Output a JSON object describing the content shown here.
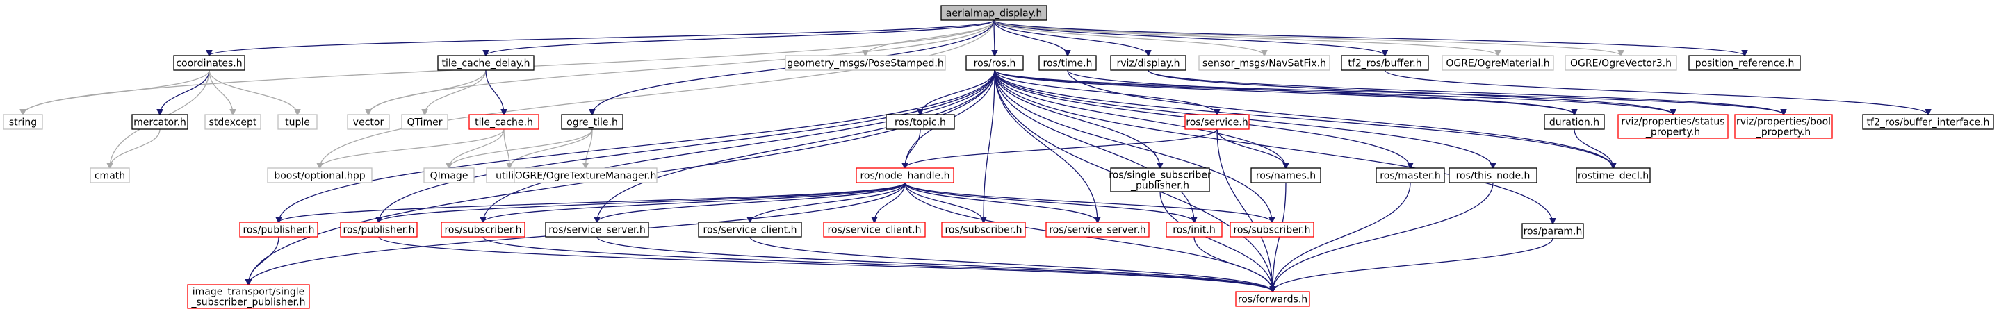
{
  "graph": {
    "colors": {
      "include_edge": "#191970",
      "external_edge": "#a9a9a9",
      "root_fill": "#bfbfbf",
      "documented_border": "#000000",
      "undocumented_border": "#ff0000",
      "external_border": "#bfbfbf"
    },
    "nodes": [
      {
        "id": "root",
        "lines": [
          "aerialmap_display.h"
        ],
        "style": "root"
      },
      {
        "id": "coordinates",
        "lines": [
          "coordinates.h"
        ],
        "style": "black"
      },
      {
        "id": "tile_cache_delay",
        "lines": [
          "tile_cache_delay.h"
        ],
        "style": "black"
      },
      {
        "id": "geometry_msgs",
        "lines": [
          "geometry_msgs/PoseStamped.h"
        ],
        "style": "gray"
      },
      {
        "id": "ros_ros",
        "lines": [
          "ros/ros.h"
        ],
        "style": "black"
      },
      {
        "id": "ros_time",
        "lines": [
          "ros/time.h"
        ],
        "style": "black"
      },
      {
        "id": "rviz_display",
        "lines": [
          "rviz/display.h"
        ],
        "style": "black"
      },
      {
        "id": "sensor_msgs",
        "lines": [
          "sensor_msgs/NavSatFix.h"
        ],
        "style": "gray"
      },
      {
        "id": "tf2_buffer",
        "lines": [
          "tf2_ros/buffer.h"
        ],
        "style": "black"
      },
      {
        "id": "ogre_material",
        "lines": [
          "OGRE/OgreMaterial.h"
        ],
        "style": "gray"
      },
      {
        "id": "ogre_vector3",
        "lines": [
          "OGRE/OgreVector3.h"
        ],
        "style": "gray"
      },
      {
        "id": "position_reference",
        "lines": [
          "position_reference.h"
        ],
        "style": "black"
      },
      {
        "id": "string",
        "lines": [
          "string"
        ],
        "style": "gray"
      },
      {
        "id": "mercator",
        "lines": [
          "mercator.h"
        ],
        "style": "black"
      },
      {
        "id": "stdexcept",
        "lines": [
          "stdexcept"
        ],
        "style": "gray"
      },
      {
        "id": "tuple",
        "lines": [
          "tuple"
        ],
        "style": "gray"
      },
      {
        "id": "cmath",
        "lines": [
          "cmath"
        ],
        "style": "gray"
      },
      {
        "id": "vector",
        "lines": [
          "vector"
        ],
        "style": "gray"
      },
      {
        "id": "qtimer",
        "lines": [
          "QTimer"
        ],
        "style": "gray"
      },
      {
        "id": "tile_cache",
        "lines": [
          "tile_cache.h"
        ],
        "style": "red"
      },
      {
        "id": "ogre_tile",
        "lines": [
          "ogre_tile.h"
        ],
        "style": "black"
      },
      {
        "id": "boost_optional",
        "lines": [
          "boost/optional.hpp"
        ],
        "style": "gray"
      },
      {
        "id": "qimage",
        "lines": [
          "QImage"
        ],
        "style": "gray"
      },
      {
        "id": "utility",
        "lines": [
          "utility"
        ],
        "style": "gray"
      },
      {
        "id": "ogre_texture",
        "lines": [
          "OGRE/OgreTextureManager.h"
        ],
        "style": "gray"
      },
      {
        "id": "ros_topic",
        "lines": [
          "ros/topic.h"
        ],
        "style": "black"
      },
      {
        "id": "ros_node_handle",
        "lines": [
          "ros/node_handle.h"
        ],
        "style": "red"
      },
      {
        "id": "ros_service",
        "lines": [
          "ros/service.h"
        ],
        "style": "red"
      },
      {
        "id": "ros_single_sub",
        "lines": [
          "ros/single_subscriber",
          "_publisher.h"
        ],
        "style": "black"
      },
      {
        "id": "ros_names",
        "lines": [
          "ros/names.h"
        ],
        "style": "black"
      },
      {
        "id": "ros_master",
        "lines": [
          "ros/master.h"
        ],
        "style": "black"
      },
      {
        "id": "ros_this_node",
        "lines": [
          "ros/this_node.h"
        ],
        "style": "black"
      },
      {
        "id": "ros_param",
        "lines": [
          "ros/param.h"
        ],
        "style": "black"
      },
      {
        "id": "duration",
        "lines": [
          "duration.h"
        ],
        "style": "black"
      },
      {
        "id": "rostime_decl",
        "lines": [
          "rostime_decl.h"
        ],
        "style": "black"
      },
      {
        "id": "rviz_status",
        "lines": [
          "rviz/properties/status",
          "_property.h"
        ],
        "style": "red"
      },
      {
        "id": "rviz_bool",
        "lines": [
          "rviz/properties/bool",
          "_property.h"
        ],
        "style": "red"
      },
      {
        "id": "tf2_buffer_interface",
        "lines": [
          "tf2_ros/buffer_interface.h"
        ],
        "style": "black"
      },
      {
        "id": "pub_a",
        "lines": [
          "ros/publisher.h"
        ],
        "style": "red"
      },
      {
        "id": "pub_b",
        "lines": [
          "ros/publisher.h"
        ],
        "style": "red"
      },
      {
        "id": "sub_a",
        "lines": [
          "ros/subscriber.h"
        ],
        "style": "red"
      },
      {
        "id": "srv_server_a",
        "lines": [
          "ros/service_server.h"
        ],
        "style": "black"
      },
      {
        "id": "srv_client_a",
        "lines": [
          "ros/service_client.h"
        ],
        "style": "black"
      },
      {
        "id": "srv_client_b",
        "lines": [
          "ros/service_client.h"
        ],
        "style": "red"
      },
      {
        "id": "sub_b",
        "lines": [
          "ros/subscriber.h"
        ],
        "style": "red"
      },
      {
        "id": "srv_server_b",
        "lines": [
          "ros/service_server.h"
        ],
        "style": "red"
      },
      {
        "id": "ros_init",
        "lines": [
          "ros/init.h"
        ],
        "style": "red"
      },
      {
        "id": "sub_c",
        "lines": [
          "ros/subscriber.h"
        ],
        "style": "red"
      },
      {
        "id": "image_transport",
        "lines": [
          "image_transport/single",
          "_subscriber_publisher.h"
        ],
        "style": "red"
      },
      {
        "id": "ros_forwards",
        "lines": [
          "ros/forwards.h"
        ],
        "style": "red"
      }
    ],
    "edges": [
      [
        "root",
        "coordinates",
        "blue"
      ],
      [
        "root",
        "tile_cache_delay",
        "blue"
      ],
      [
        "root",
        "geometry_msgs",
        "gray"
      ],
      [
        "root",
        "ros_ros",
        "blue"
      ],
      [
        "root",
        "ros_time",
        "blue"
      ],
      [
        "root",
        "rviz_display",
        "blue"
      ],
      [
        "root",
        "sensor_msgs",
        "gray"
      ],
      [
        "root",
        "tf2_buffer",
        "blue"
      ],
      [
        "root",
        "ogre_material",
        "gray"
      ],
      [
        "root",
        "ogre_vector3",
        "gray"
      ],
      [
        "root",
        "position_reference",
        "blue"
      ],
      [
        "root",
        "string",
        "gray"
      ],
      [
        "root",
        "vector",
        "gray"
      ],
      [
        "root",
        "boost_optional",
        "gray"
      ],
      [
        "root",
        "ogre_tile",
        "blue"
      ],
      [
        "coordinates",
        "string",
        "gray"
      ],
      [
        "coordinates",
        "mercator",
        "blue"
      ],
      [
        "coordinates",
        "stdexcept",
        "gray"
      ],
      [
        "coordinates",
        "tuple",
        "gray"
      ],
      [
        "coordinates",
        "cmath",
        "gray"
      ],
      [
        "mercator",
        "cmath",
        "gray"
      ],
      [
        "tile_cache_delay",
        "vector",
        "gray"
      ],
      [
        "tile_cache_delay",
        "qtimer",
        "gray"
      ],
      [
        "tile_cache_delay",
        "tile_cache",
        "blue"
      ],
      [
        "tile_cache",
        "boost_optional",
        "gray"
      ],
      [
        "tile_cache",
        "qimage",
        "gray"
      ],
      [
        "tile_cache",
        "utility",
        "gray"
      ],
      [
        "ogre_tile",
        "qimage",
        "gray"
      ],
      [
        "ogre_tile",
        "utility",
        "gray"
      ],
      [
        "ogre_tile",
        "ogre_texture",
        "gray"
      ],
      [
        "ros_ros",
        "ros_topic",
        "blue"
      ],
      [
        "ros_ros",
        "ros_node_handle",
        "blue"
      ],
      [
        "ros_ros",
        "ros_service",
        "blue"
      ],
      [
        "ros_ros",
        "ros_single_sub",
        "blue"
      ],
      [
        "ros_ros",
        "ros_names",
        "blue"
      ],
      [
        "ros_ros",
        "ros_master",
        "blue"
      ],
      [
        "ros_ros",
        "ros_this_node",
        "blue"
      ],
      [
        "ros_ros",
        "ros_param",
        "blue"
      ],
      [
        "ros_ros",
        "duration",
        "blue"
      ],
      [
        "ros_ros",
        "rostime_decl",
        "blue"
      ],
      [
        "ros_ros",
        "rviz_status",
        "blue"
      ],
      [
        "ros_ros",
        "rviz_bool",
        "blue"
      ],
      [
        "ros_ros",
        "image_transport",
        "blue"
      ],
      [
        "ros_ros",
        "pub_a",
        "blue"
      ],
      [
        "ros_ros",
        "pub_b",
        "blue"
      ],
      [
        "ros_ros",
        "sub_a",
        "blue"
      ],
      [
        "ros_ros",
        "srv_server_a",
        "blue"
      ],
      [
        "ros_ros",
        "sub_b",
        "blue"
      ],
      [
        "ros_ros",
        "srv_server_b",
        "blue"
      ],
      [
        "ros_ros",
        "ros_init",
        "blue"
      ],
      [
        "ros_ros",
        "sub_c",
        "blue"
      ],
      [
        "ros_ros",
        "ros_forwards",
        "blue"
      ],
      [
        "ros_time",
        "duration",
        "blue"
      ],
      [
        "ros_time",
        "rostime_decl",
        "blue"
      ],
      [
        "rviz_display",
        "rviz_status",
        "blue"
      ],
      [
        "rviz_display",
        "rviz_bool",
        "blue"
      ],
      [
        "tf2_buffer",
        "tf2_buffer_interface",
        "blue"
      ],
      [
        "duration",
        "rostime_decl",
        "blue"
      ],
      [
        "ros_topic",
        "ros_node_handle",
        "blue"
      ],
      [
        "ros_service",
        "ros_node_handle",
        "blue"
      ],
      [
        "ros_service",
        "ros_names",
        "blue"
      ],
      [
        "ros_service",
        "ros_forwards",
        "blue"
      ],
      [
        "ros_node_handle",
        "pub_a",
        "blue"
      ],
      [
        "ros_node_handle",
        "pub_b",
        "blue"
      ],
      [
        "ros_node_handle",
        "sub_a",
        "blue"
      ],
      [
        "ros_node_handle",
        "srv_server_a",
        "blue"
      ],
      [
        "ros_node_handle",
        "srv_client_a",
        "blue"
      ],
      [
        "ros_node_handle",
        "srv_client_b",
        "blue"
      ],
      [
        "ros_node_handle",
        "sub_b",
        "blue"
      ],
      [
        "ros_node_handle",
        "srv_server_b",
        "blue"
      ],
      [
        "ros_node_handle",
        "ros_init",
        "blue"
      ],
      [
        "ros_node_handle",
        "sub_c",
        "blue"
      ],
      [
        "ros_node_handle",
        "ros_forwards",
        "blue"
      ],
      [
        "ros_node_handle",
        "image_transport",
        "blue"
      ],
      [
        "ros_single_sub",
        "ros_forwards",
        "blue"
      ],
      [
        "ros_names",
        "ros_forwards",
        "blue"
      ],
      [
        "ros_master",
        "ros_forwards",
        "blue"
      ],
      [
        "ros_this_node",
        "ros_forwards",
        "blue"
      ],
      [
        "ros_param",
        "ros_forwards",
        "blue"
      ],
      [
        "pub_a",
        "image_transport",
        "blue"
      ],
      [
        "pub_b",
        "ros_forwards",
        "blue"
      ],
      [
        "sub_a",
        "ros_forwards",
        "blue"
      ],
      [
        "srv_server_a",
        "ros_forwards",
        "blue"
      ],
      [
        "srv_client_a",
        "ros_forwards",
        "blue"
      ],
      [
        "ros_init",
        "ros_forwards",
        "blue"
      ]
    ]
  }
}
